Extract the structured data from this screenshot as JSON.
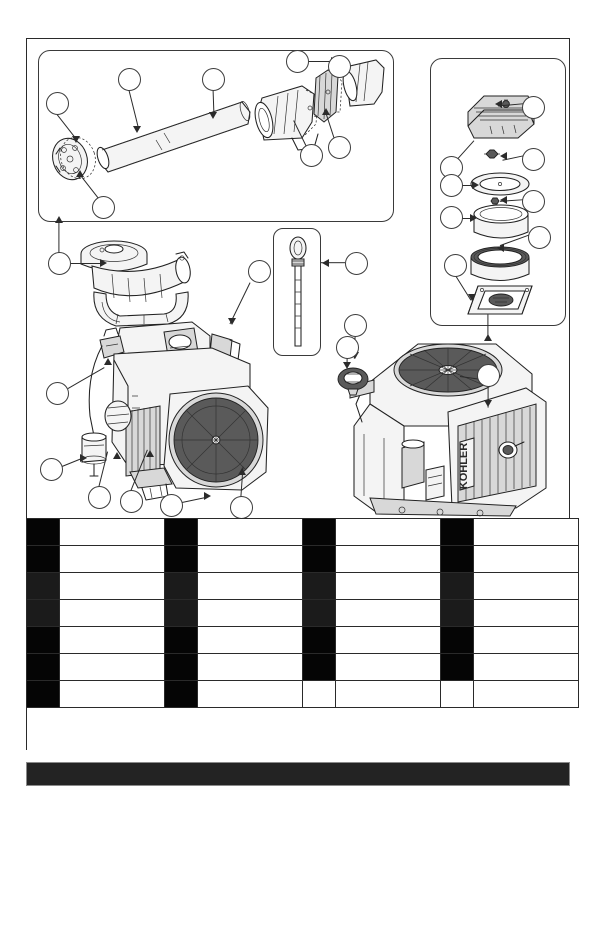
{
  "document": {
    "type": "engine-parts-exploded-diagram",
    "page_frame": {
      "visible": true
    },
    "footer_bar": {
      "label": "",
      "redacted": true
    }
  },
  "panels": [
    {
      "id": "exhaust-assembly",
      "caption": ""
    },
    {
      "id": "air-cleaner-assembly",
      "caption": ""
    },
    {
      "id": "dipstick-inset",
      "caption": ""
    }
  ],
  "callouts": [
    {
      "id": "c1",
      "label": "",
      "panel": "exhaust-assembly"
    },
    {
      "id": "c2",
      "label": "",
      "panel": "exhaust-assembly"
    },
    {
      "id": "c3",
      "label": "",
      "panel": "exhaust-assembly"
    },
    {
      "id": "c4",
      "label": "",
      "panel": "exhaust-assembly"
    },
    {
      "id": "c5",
      "label": "",
      "panel": "exhaust-assembly"
    },
    {
      "id": "c6",
      "label": "",
      "panel": "exhaust-assembly"
    },
    {
      "id": "c7",
      "label": "",
      "panel": "exhaust-assembly"
    },
    {
      "id": "c8",
      "label": "",
      "panel": "main"
    },
    {
      "id": "c9",
      "label": "",
      "panel": "main"
    },
    {
      "id": "c10",
      "label": "",
      "panel": "main"
    },
    {
      "id": "c11",
      "label": "",
      "panel": "main"
    },
    {
      "id": "c12",
      "label": "",
      "panel": "main"
    },
    {
      "id": "c13",
      "label": "",
      "panel": "main"
    },
    {
      "id": "c14",
      "label": "",
      "panel": "main"
    },
    {
      "id": "c15",
      "label": "",
      "panel": "main"
    },
    {
      "id": "c16",
      "label": "",
      "panel": "dipstick-inset"
    },
    {
      "id": "c17",
      "label": "",
      "panel": "dipstick-inset"
    },
    {
      "id": "c18",
      "label": "",
      "panel": "main"
    },
    {
      "id": "c19",
      "label": "",
      "panel": "main"
    },
    {
      "id": "c20",
      "label": "",
      "panel": "air-cleaner-assembly"
    },
    {
      "id": "c21",
      "label": "",
      "panel": "air-cleaner-assembly"
    },
    {
      "id": "c22",
      "label": "",
      "panel": "air-cleaner-assembly"
    },
    {
      "id": "c23",
      "label": "",
      "panel": "air-cleaner-assembly"
    },
    {
      "id": "c24",
      "label": "",
      "panel": "air-cleaner-assembly"
    },
    {
      "id": "c25",
      "label": "",
      "panel": "air-cleaner-assembly"
    },
    {
      "id": "c26",
      "label": "",
      "panel": "air-cleaner-assembly"
    }
  ],
  "engine_brand": {
    "text": "KOHLER"
  },
  "legend_table": {
    "redacted": true,
    "column_pairs": 4,
    "rows": [
      {
        "cells": [
          {
            "ref": "",
            "desc": ""
          },
          {
            "ref": "",
            "desc": ""
          },
          {
            "ref": "",
            "desc": ""
          },
          {
            "ref": "",
            "desc": ""
          }
        ]
      },
      {
        "cells": [
          {
            "ref": "",
            "desc": ""
          },
          {
            "ref": "",
            "desc": ""
          },
          {
            "ref": "",
            "desc": ""
          },
          {
            "ref": "",
            "desc": ""
          }
        ]
      },
      {
        "cells": [
          {
            "ref": "",
            "desc": ""
          },
          {
            "ref": "",
            "desc": ""
          },
          {
            "ref": "",
            "desc": ""
          },
          {
            "ref": "",
            "desc": ""
          }
        ]
      },
      {
        "cells": [
          {
            "ref": "",
            "desc": ""
          },
          {
            "ref": "",
            "desc": ""
          },
          {
            "ref": "",
            "desc": ""
          },
          {
            "ref": "",
            "desc": ""
          }
        ]
      },
      {
        "cells": [
          {
            "ref": "",
            "desc": ""
          },
          {
            "ref": "",
            "desc": ""
          },
          {
            "ref": "",
            "desc": ""
          },
          {
            "ref": "",
            "desc": ""
          }
        ]
      },
      {
        "cells": [
          {
            "ref": "",
            "desc": ""
          },
          {
            "ref": "",
            "desc": ""
          },
          {
            "ref": "",
            "desc": ""
          },
          {
            "ref": "",
            "desc": ""
          }
        ]
      },
      {
        "cells": [
          {
            "ref": "",
            "desc": ""
          },
          {
            "ref": "",
            "desc": ""
          }
        ]
      }
    ]
  }
}
